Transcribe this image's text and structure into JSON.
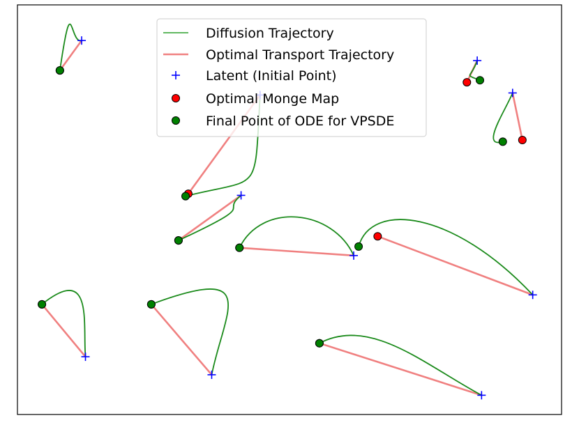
{
  "chart_data": {
    "type": "scatter",
    "xlim": [
      0,
      100
    ],
    "ylim": [
      0,
      100
    ],
    "grid": false,
    "axes_ticks": false,
    "legend": {
      "placement": "top-center",
      "entries": [
        {
          "label": "Diffusion Trajectory",
          "kind": "line",
          "color": "#2ca02c"
        },
        {
          "label": "Optimal Transport Trajectory",
          "kind": "line",
          "color": "#f08080"
        },
        {
          "label": "Latent (Initial Point)",
          "kind": "plus",
          "color": "#0000ff"
        },
        {
          "label": "Optimal Monge Map",
          "kind": "dot",
          "color": "#ff0000"
        },
        {
          "label": "Final Point of ODE for VPSDE",
          "kind": "dot",
          "color": "#008000"
        }
      ]
    },
    "trajectories": [
      {
        "latent": [
          11.8,
          91.3
        ],
        "monge": [
          7.8,
          84.0
        ],
        "final": [
          7.8,
          84.0
        ],
        "diffusion_control": [
          [
            9.6,
            90.2
          ],
          [
            10.1,
            104.9
          ],
          [
            11.8,
            91.3
          ]
        ]
      },
      {
        "latent": [
          84.5,
          86.4
        ],
        "monge": [
          82.6,
          81.1
        ],
        "final": [
          85.0,
          81.6
        ],
        "diffusion_control": [
          [
            83.4,
            82.0
          ],
          [
            81.9,
            83.2
          ],
          [
            85.0,
            81.6
          ]
        ]
      },
      {
        "latent": [
          91.0,
          78.5
        ],
        "monge": [
          92.8,
          67.0
        ],
        "final": [
          89.2,
          66.6
        ],
        "diffusion_control": [
          [
            89.6,
            74.0
          ],
          [
            85.0,
            65.0
          ],
          [
            89.2,
            66.6
          ]
        ]
      },
      {
        "latent": [
          44.6,
          78.0
        ],
        "monge": [
          31.4,
          53.9
        ],
        "final": [
          30.9,
          53.3
        ],
        "diffusion_control": [
          [
            43.5,
            53.0
          ],
          [
            45.0,
            58.0
          ],
          [
            30.9,
            53.3
          ]
        ]
      },
      {
        "latent": [
          41.1,
          53.5
        ],
        "monge": [
          29.6,
          42.5
        ],
        "final": [
          29.6,
          42.5
        ],
        "diffusion_control": [
          [
            37.0,
            49.0
          ],
          [
            45.0,
            52.0
          ],
          [
            29.6,
            42.5
          ]
        ]
      },
      {
        "latent": [
          61.8,
          38.8
        ],
        "monge": [
          40.8,
          40.7
        ],
        "final": [
          40.8,
          40.7
        ],
        "diffusion_control": [
          [
            58.0,
            50.0
          ],
          [
            45.0,
            52.0
          ],
          [
            40.8,
            40.7
          ]
        ]
      },
      {
        "latent": [
          94.7,
          29.2
        ],
        "monge": [
          66.2,
          43.5
        ],
        "final": [
          62.7,
          41.0
        ],
        "diffusion_control": [
          [
            80.0,
            50.0
          ],
          [
            65.0,
            52.0
          ],
          [
            62.7,
            41.0
          ]
        ]
      },
      {
        "latent": [
          12.5,
          14.1
        ],
        "monge": [
          4.5,
          26.9
        ],
        "final": [
          4.5,
          26.9
        ],
        "diffusion_control": [
          [
            12.0,
            22.0
          ],
          [
            14.0,
            37.0
          ],
          [
            4.5,
            26.9
          ]
        ]
      },
      {
        "latent": [
          35.7,
          9.7
        ],
        "monge": [
          24.6,
          26.9
        ],
        "final": [
          24.6,
          26.9
        ],
        "diffusion_control": [
          [
            38.0,
            25.0
          ],
          [
            45.0,
            37.0
          ],
          [
            24.6,
            26.9
          ]
        ]
      },
      {
        "latent": [
          85.3,
          4.7
        ],
        "monge": [
          55.5,
          17.4
        ],
        "final": [
          55.5,
          17.4
        ],
        "diffusion_control": [
          [
            75.0,
            12.0
          ],
          [
            65.0,
            24.0
          ],
          [
            55.5,
            17.4
          ]
        ]
      }
    ]
  }
}
